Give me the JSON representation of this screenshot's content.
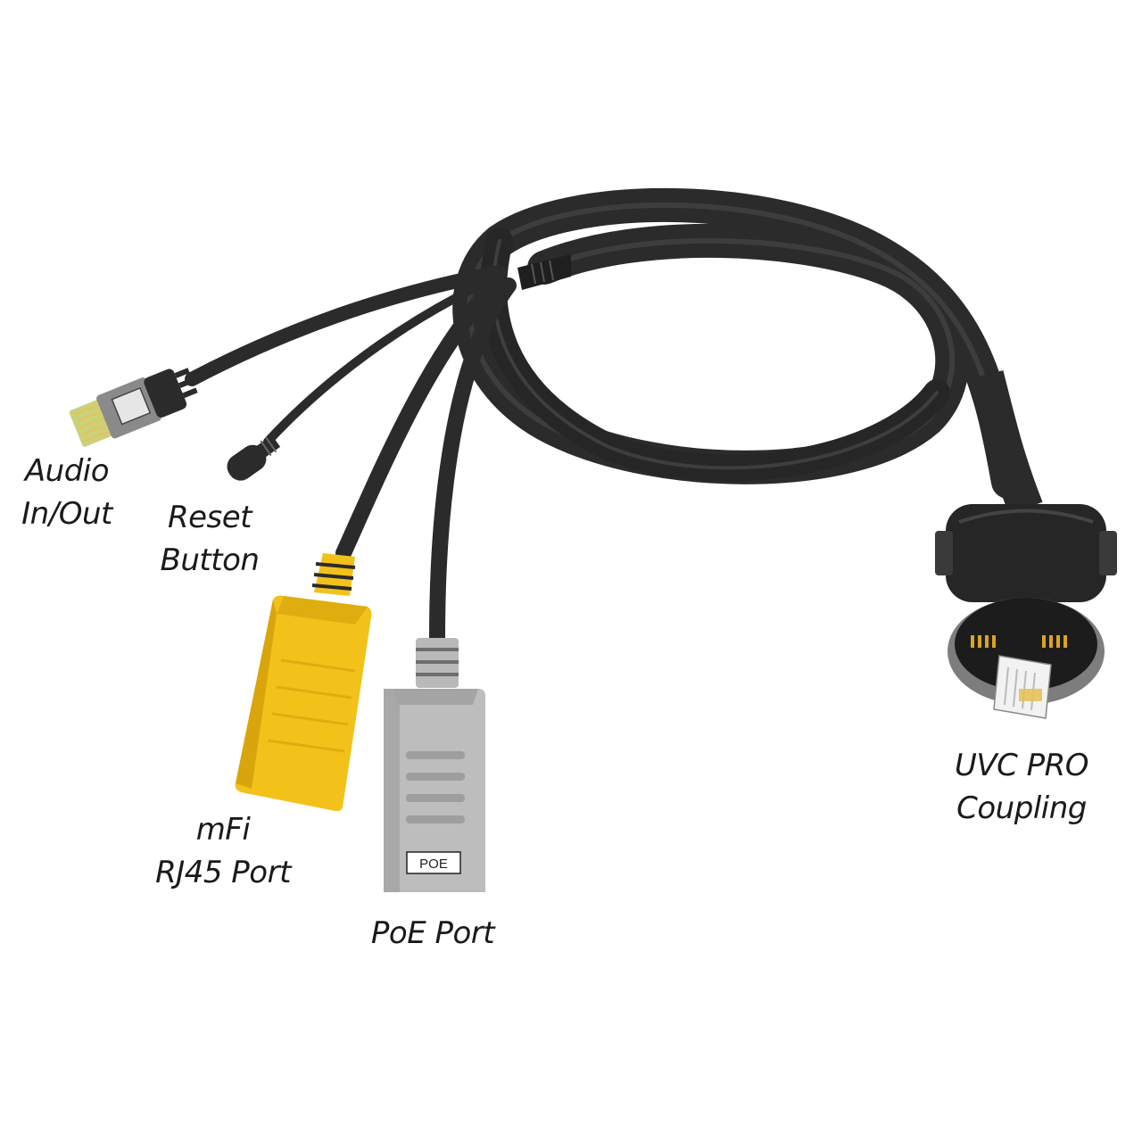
{
  "labels": {
    "audio": [
      "Audio",
      "In/Out"
    ],
    "reset": [
      "Reset",
      "Button"
    ],
    "mfi": [
      "mFi",
      "RJ45 Port"
    ],
    "poe": [
      "PoE Port"
    ],
    "uvc": [
      "UVC PRO",
      "Coupling"
    ]
  },
  "poe_tag": "POE",
  "colors": {
    "cable": "#2b2b2b",
    "cable_highlight": "#4a4a4a",
    "yellow_connector": "#f2c21b",
    "gray_connector": "#b9b9b9",
    "text": "#1a1a1a"
  },
  "icons": {
    "audio_plug": "rj45-plug-icon",
    "reset_button": "reset-button-icon",
    "mfi_port": "rj45-jack-icon",
    "poe_port": "rj45-jack-icon",
    "coupling": "weatherproof-coupling-icon"
  }
}
